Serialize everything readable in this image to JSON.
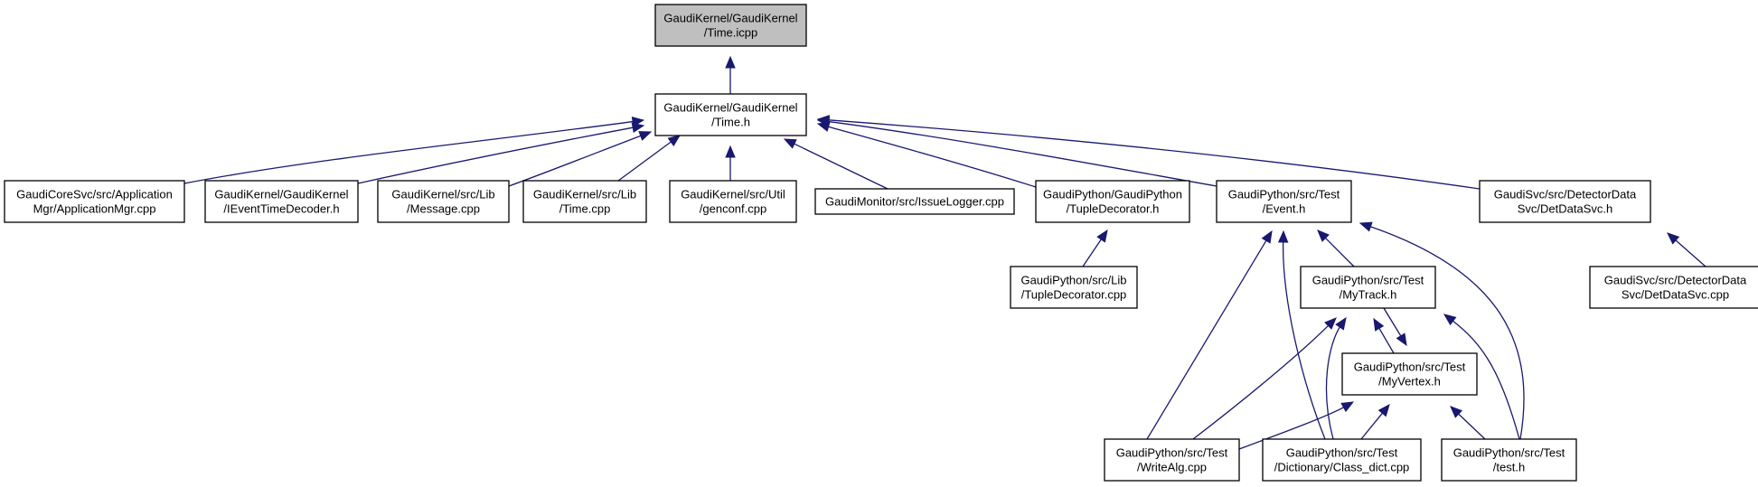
{
  "graph": {
    "title": "Include dependency graph for Time.icpp",
    "colors": {
      "edge": "#191970",
      "root_fill": "#bfbfbf",
      "node_fill": "#ffffff",
      "border": "#000000"
    },
    "nodes": [
      {
        "id": "time_icpp",
        "lines": [
          "GaudiKernel/GaudiKernel",
          "/Time.icpp"
        ],
        "root": true
      },
      {
        "id": "time_h",
        "lines": [
          "GaudiKernel/GaudiKernel",
          "/Time.h"
        ]
      },
      {
        "id": "appmgr",
        "lines": [
          "GaudiCoreSvc/src/Application",
          "Mgr/ApplicationMgr.cpp"
        ]
      },
      {
        "id": "ievent",
        "lines": [
          "GaudiKernel/GaudiKernel",
          "/IEventTimeDecoder.h"
        ]
      },
      {
        "id": "message",
        "lines": [
          "GaudiKernel/src/Lib",
          "/Message.cpp"
        ]
      },
      {
        "id": "time_cpp",
        "lines": [
          "GaudiKernel/src/Lib",
          "/Time.cpp"
        ]
      },
      {
        "id": "genconf",
        "lines": [
          "GaudiKernel/src/Util",
          "/genconf.cpp"
        ]
      },
      {
        "id": "issuelogger",
        "lines": [
          "GaudiMonitor/src/IssueLogger.cpp"
        ]
      },
      {
        "id": "tupledec_h",
        "lines": [
          "GaudiPython/GaudiPython",
          "/TupleDecorator.h"
        ]
      },
      {
        "id": "event_h",
        "lines": [
          "GaudiPython/src/Test",
          "/Event.h"
        ]
      },
      {
        "id": "detdatasvc_h",
        "lines": [
          "GaudiSvc/src/DetectorData",
          "Svc/DetDataSvc.h"
        ]
      },
      {
        "id": "tupledec_cpp",
        "lines": [
          "GaudiPython/src/Lib",
          "/TupleDecorator.cpp"
        ]
      },
      {
        "id": "mytrack",
        "lines": [
          "GaudiPython/src/Test",
          "/MyTrack.h"
        ]
      },
      {
        "id": "detdatasvc_cpp",
        "lines": [
          "GaudiSvc/src/DetectorData",
          "Svc/DetDataSvc.cpp"
        ]
      },
      {
        "id": "myvertex",
        "lines": [
          "GaudiPython/src/Test",
          "/MyVertex.h"
        ]
      },
      {
        "id": "writealg",
        "lines": [
          "GaudiPython/src/Test",
          "/WriteAlg.cpp"
        ]
      },
      {
        "id": "classdict",
        "lines": [
          "GaudiPython/src/Test",
          "/Dictionary/Class_dict.cpp"
        ]
      },
      {
        "id": "test_h",
        "lines": [
          "GaudiPython/src/Test",
          "/test.h"
        ]
      }
    ],
    "edges": [
      {
        "from": "time_h",
        "to": "time_icpp"
      },
      {
        "from": "appmgr",
        "to": "time_h"
      },
      {
        "from": "ievent",
        "to": "time_h"
      },
      {
        "from": "message",
        "to": "time_h"
      },
      {
        "from": "time_cpp",
        "to": "time_h"
      },
      {
        "from": "genconf",
        "to": "time_h"
      },
      {
        "from": "issuelogger",
        "to": "time_h"
      },
      {
        "from": "tupledec_h",
        "to": "time_h"
      },
      {
        "from": "event_h",
        "to": "time_h"
      },
      {
        "from": "detdatasvc_h",
        "to": "time_h"
      },
      {
        "from": "tupledec_cpp",
        "to": "tupledec_h"
      },
      {
        "from": "mytrack",
        "to": "event_h"
      },
      {
        "from": "writealg",
        "to": "event_h"
      },
      {
        "from": "classdict",
        "to": "event_h"
      },
      {
        "from": "test_h",
        "to": "event_h"
      },
      {
        "from": "detdatasvc_cpp",
        "to": "detdatasvc_h"
      },
      {
        "from": "myvertex",
        "to": "mytrack"
      },
      {
        "from": "mytrack",
        "to": "myvertex"
      },
      {
        "from": "writealg",
        "to": "mytrack"
      },
      {
        "from": "classdict",
        "to": "mytrack"
      },
      {
        "from": "test_h",
        "to": "mytrack"
      },
      {
        "from": "writealg",
        "to": "myvertex"
      },
      {
        "from": "classdict",
        "to": "myvertex"
      },
      {
        "from": "test_h",
        "to": "myvertex"
      }
    ]
  }
}
